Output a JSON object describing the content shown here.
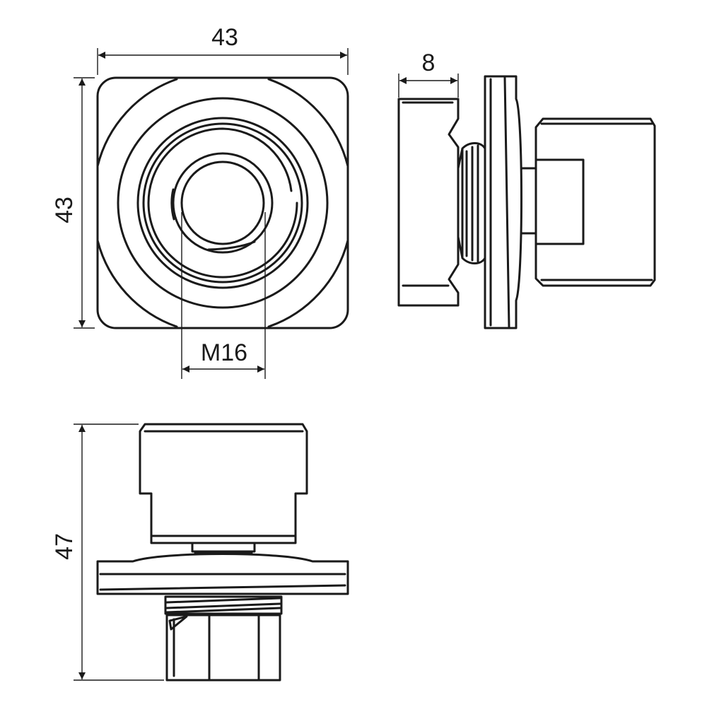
{
  "dimensions": {
    "front_width": "43",
    "front_height": "43",
    "thread": "M16",
    "side_thickness": "8",
    "bottom_height": "47"
  },
  "colors": {
    "line": "#1a1a1a",
    "background": "#ffffff"
  }
}
